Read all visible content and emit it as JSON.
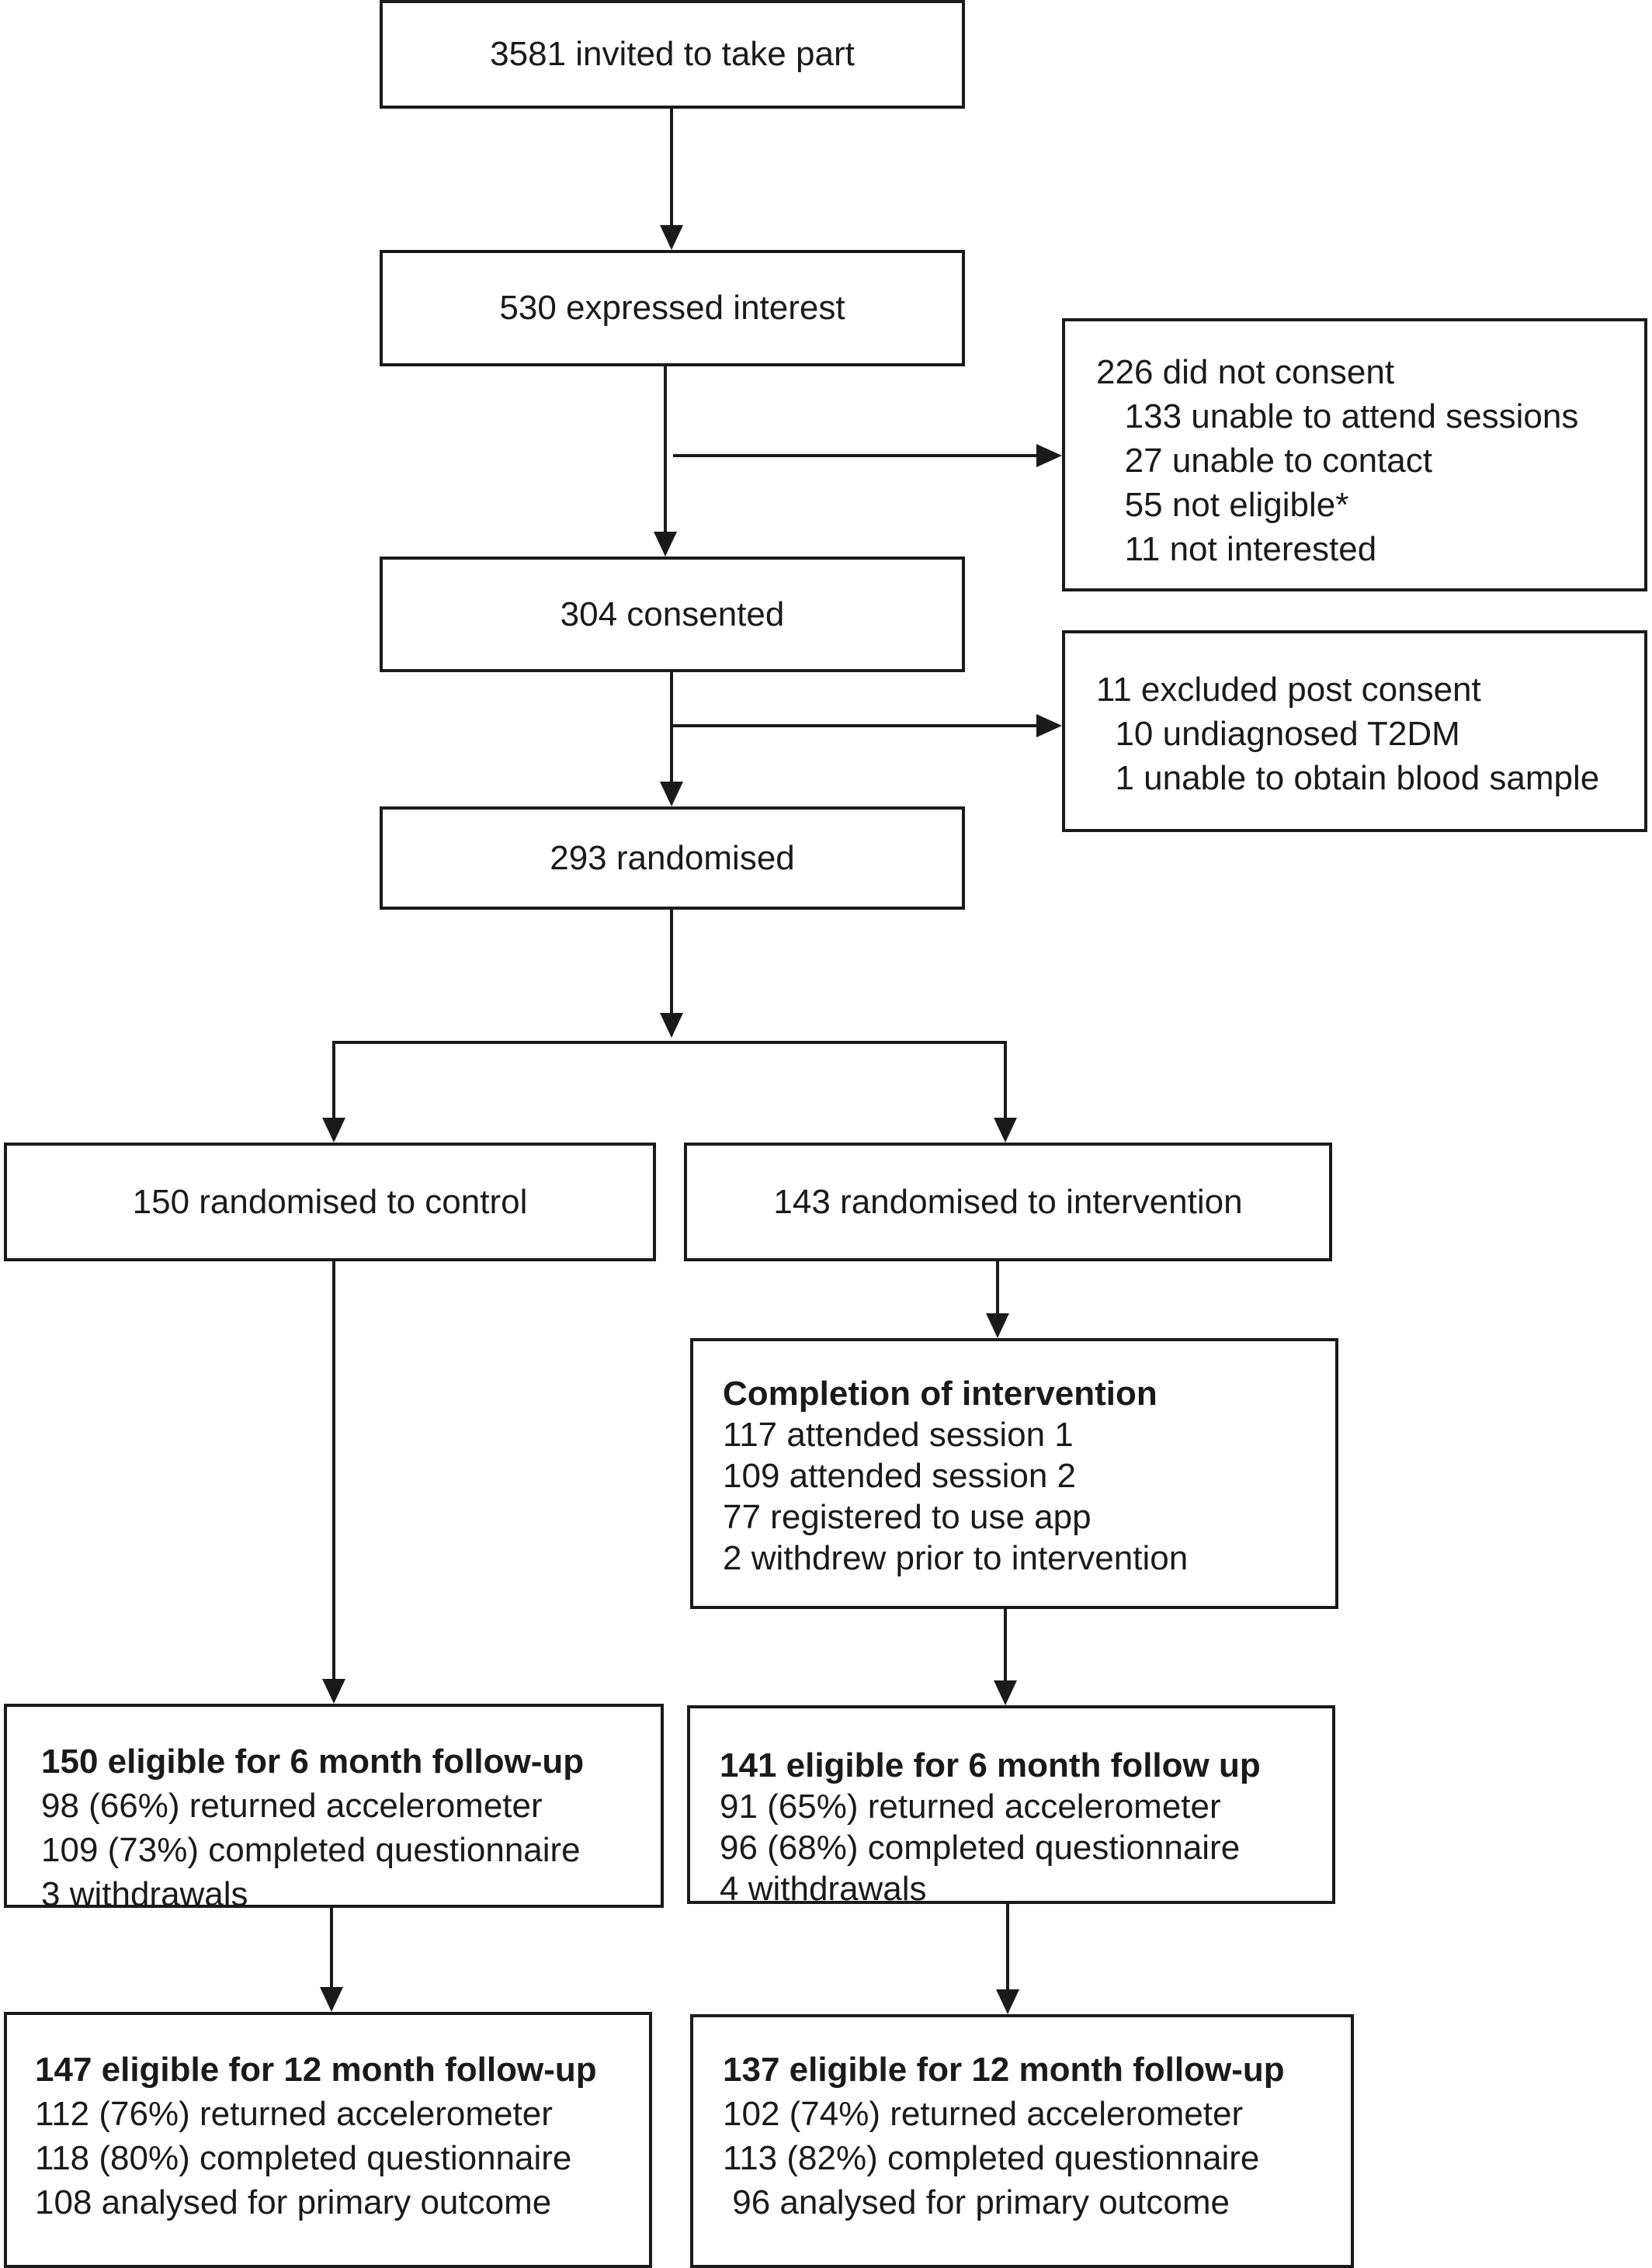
{
  "flow": {
    "invited": "3581 invited to take part",
    "interest": "530 expressed interest",
    "consented": "304 consented",
    "randomised": "293 randomised",
    "control": "150 randomised to control",
    "intervention": "143 randomised to intervention"
  },
  "no_consent": {
    "lines": [
      "226 did not consent",
      "   133 unable to attend sessions",
      "   27 unable to contact",
      "   55 not eligible*",
      "   11 not interested"
    ]
  },
  "excluded": {
    "lines": [
      "11 excluded post consent",
      "  10 undiagnosed T2DM",
      "  1 unable to obtain blood sample"
    ]
  },
  "completion": {
    "heading": "Completion of intervention",
    "lines": [
      "117 attended session 1",
      "109 attended session 2",
      "77 registered to use app",
      "2 withdrew prior to intervention"
    ]
  },
  "control_6m": {
    "heading": "150 eligible for 6 month follow-up",
    "lines": [
      "98 (66%) returned accelerometer",
      "109 (73%) completed questionnaire",
      "3 withdrawals"
    ]
  },
  "intervention_6m": {
    "heading": "141 eligible for 6 month follow up",
    "lines": [
      "91 (65%) returned accelerometer",
      "96 (68%) completed questionnaire",
      "4 withdrawals"
    ]
  },
  "control_12m": {
    "heading": "147 eligible for 12 month follow-up",
    "lines": [
      "112 (76%) returned accelerometer",
      "118 (80%) completed questionnaire",
      "108 analysed for primary outcome"
    ]
  },
  "intervention_12m": {
    "heading": "137 eligible for 12 month follow-up",
    "lines": [
      "102 (74%) returned accelerometer",
      "113 (82%) completed questionnaire",
      " 96 analysed for primary outcome"
    ]
  }
}
